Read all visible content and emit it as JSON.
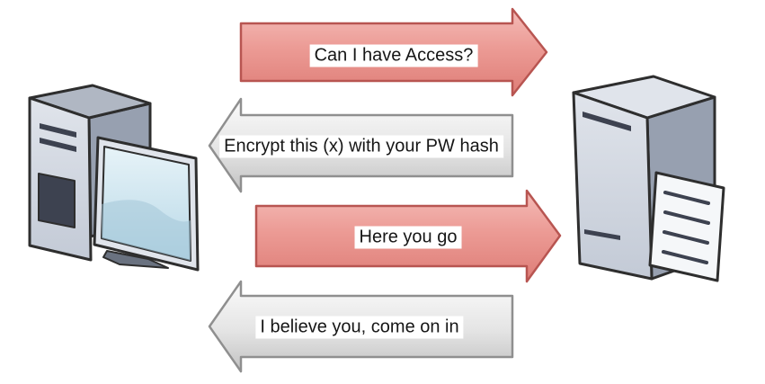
{
  "colors": {
    "background": "#ffffff",
    "text": "#161616",
    "label_bg": "#ffffff",
    "arrow_red_light": "#f4bcb8",
    "arrow_red_mid": "#ec9b95",
    "arrow_red_dark": "#de7d77",
    "arrow_red_border": "#b85551",
    "arrow_gray_light": "#fbfbfb",
    "arrow_gray_mid": "#e4e4e4",
    "arrow_gray_dark": "#c2c2c2",
    "arrow_gray_border": "#8f8f8f",
    "icon_outline": "#2e2e2e",
    "icon_body_light": "#e0e4eb",
    "icon_body_mid": "#c3cad6",
    "icon_body_dark": "#97a0b0",
    "icon_top_face": "#b0b7c3",
    "icon_slot_dark": "#3d4250",
    "icon_screen_light": "#e7f3f8",
    "icon_screen_dark": "#b7d8e7",
    "icon_screen_wave": "#9fc3d6",
    "icon_stand": "#6a7280",
    "icon_page_bg": "#f5f7f9"
  },
  "icons": {
    "client": "desktop-computer-icon",
    "server": "file-server-icon"
  },
  "messages": [
    {
      "text": "Can I have Access?",
      "direction": "right",
      "style": "red"
    },
    {
      "text": "Encrypt this (x) with your PW hash",
      "direction": "left",
      "style": "gray"
    },
    {
      "text": "Here you go",
      "direction": "right",
      "style": "red"
    },
    {
      "text": "I believe you, come on in",
      "direction": "left",
      "style": "gray"
    }
  ]
}
